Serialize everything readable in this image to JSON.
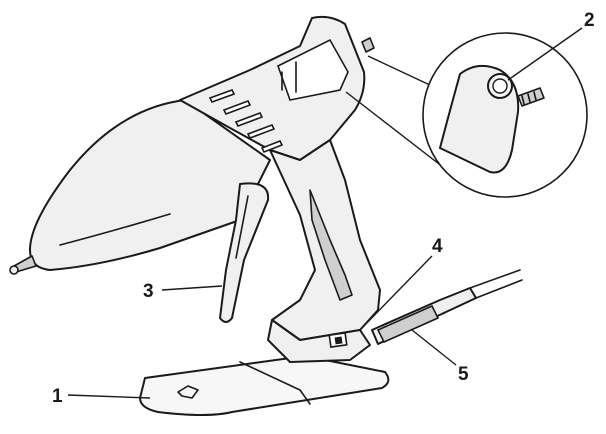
{
  "callouts": [
    {
      "id": "1",
      "label": "1"
    },
    {
      "id": "2",
      "label": "2"
    },
    {
      "id": "3",
      "label": "3"
    },
    {
      "id": "4",
      "label": "4"
    },
    {
      "id": "5",
      "label": "5"
    }
  ],
  "colors": {
    "line": "#1a1a1a",
    "body_fill": "#f0f0f0",
    "shade_fill": "#cfcfcf",
    "background": "#ffffff"
  }
}
